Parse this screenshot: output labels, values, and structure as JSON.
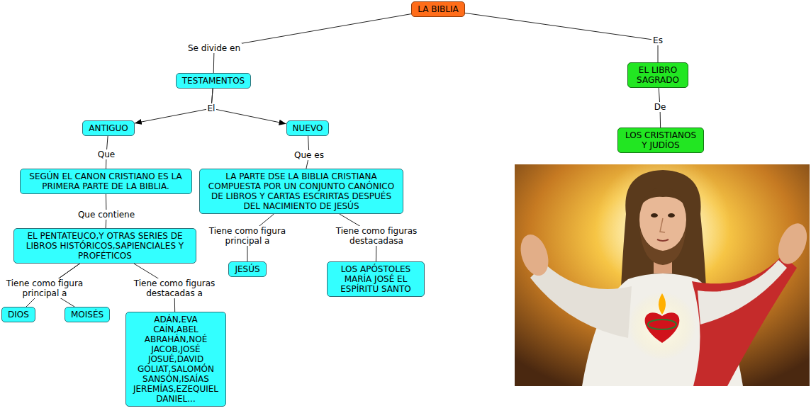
{
  "diagram": {
    "nodes": [
      {
        "text": [
          "LA BIBLIA"
        ]
      },
      {
        "text": [
          "TESTAMENTOS"
        ]
      },
      {
        "text": [
          "EL LIBRO SAGRADO"
        ]
      },
      {
        "text": [
          "ANTIGUO"
        ]
      },
      {
        "text": [
          "NUEVO"
        ]
      },
      {
        "text": [
          "LOS CRISTIANOS Y JUDÍOS"
        ]
      },
      {
        "text": [
          "SEGÚN EL CANON CRISTIANO ES LA PRIMERA PARTE DE LA BIBLIA."
        ]
      },
      {
        "text": [
          "LA PARTE DSE LA BIBLIA CRISTIANA COMPUESTA POR UN CONJUNTO CANÓNICO DE LIBROS Y CARTAS ESCRIRTAS DESPUÉS DEL NACIMIENTO DE JESÚS"
        ]
      },
      {
        "text": [
          "EL PENTATEUCO,Y OTRAS SERIES DE LIBROS HISTÓRICOS,SAPIENCIALES Y PROFÉTICOS"
        ]
      },
      {
        "text": [
          "JESÚS"
        ]
      },
      {
        "text": [
          "LOS APÓSTOLES MARÍA JOSÉ EL ESPÍRITU SANTO"
        ]
      },
      {
        "text": [
          "DIOS"
        ]
      },
      {
        "text": [
          "MOISÉS"
        ]
      },
      {
        "text": [
          "ADÁN,EVA CAÍN,ABEL ABRAHÁN,NOÉ JACOB,JOSÉ JOSUÉ,DAVID GOLIAT,SALOMÓN SANSÓN,ISAÍAS JEREMÍAS,EZEQUIEL DANIEL..."
        ]
      }
    ],
    "edges": [
      {
        "from": 0,
        "to": 1,
        "arrow": "none",
        "label": "Se divide en"
      },
      {
        "from": 0,
        "to": 2,
        "arrow": "none",
        "label": "Es"
      },
      {
        "from": 1,
        "to": 3,
        "arrow": "to",
        "label": "El"
      },
      {
        "from": 1,
        "to": 4,
        "arrow": "to"
      },
      {
        "from": 2,
        "to": 5,
        "arrow": "none",
        "label": "De"
      },
      {
        "from": 3,
        "to": 6,
        "arrow": "none",
        "label": "Que"
      },
      {
        "from": 4,
        "to": 7,
        "arrow": "none",
        "label": "Que es"
      },
      {
        "from": 6,
        "to": 8,
        "arrow": "none",
        "label": "Que contiene"
      },
      {
        "from": 7,
        "to": 9,
        "arrow": "none",
        "label": "Tiene como figura principal a"
      },
      {
        "from": 7,
        "to": 10,
        "arrow": "none",
        "label": "Tiene como figuras destacadasa"
      },
      {
        "from": 8,
        "to": 11,
        "arrow": "none",
        "label": "Tiene como figura principal a"
      },
      {
        "from": 8,
        "to": 12,
        "arrow": "none"
      },
      {
        "from": 8,
        "to": 13,
        "arrow": "none",
        "label": "Tiene como figuras destacadas a"
      }
    ]
  }
}
